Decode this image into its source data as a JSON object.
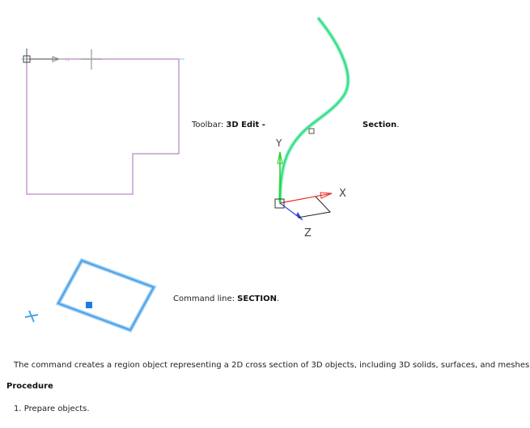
{
  "toolbar_line": {
    "prefix": "Toolbar: ",
    "bold": "3D Edit -",
    "suffix_bold": "Section",
    "suffix": "."
  },
  "command_line": {
    "prefix": "Command line: ",
    "bold": "SECTION",
    "suffix": "."
  },
  "axis_labels": {
    "x": "X",
    "y": "Y",
    "z": "Z"
  },
  "description": "The command creates a region object representing a 2D cross section of 3D objects, including 3D solids, surfaces, and meshes.",
  "procedure_heading": "Procedure",
  "steps": [
    "1. Prepare objects."
  ],
  "colors": {
    "polyline": "#a86bb5",
    "curve": "#2ddc86",
    "section_plane": "#4aa3e8",
    "x_axis": "#e53030",
    "y_axis": "#22cc22",
    "z_axis": "#3344dd"
  }
}
